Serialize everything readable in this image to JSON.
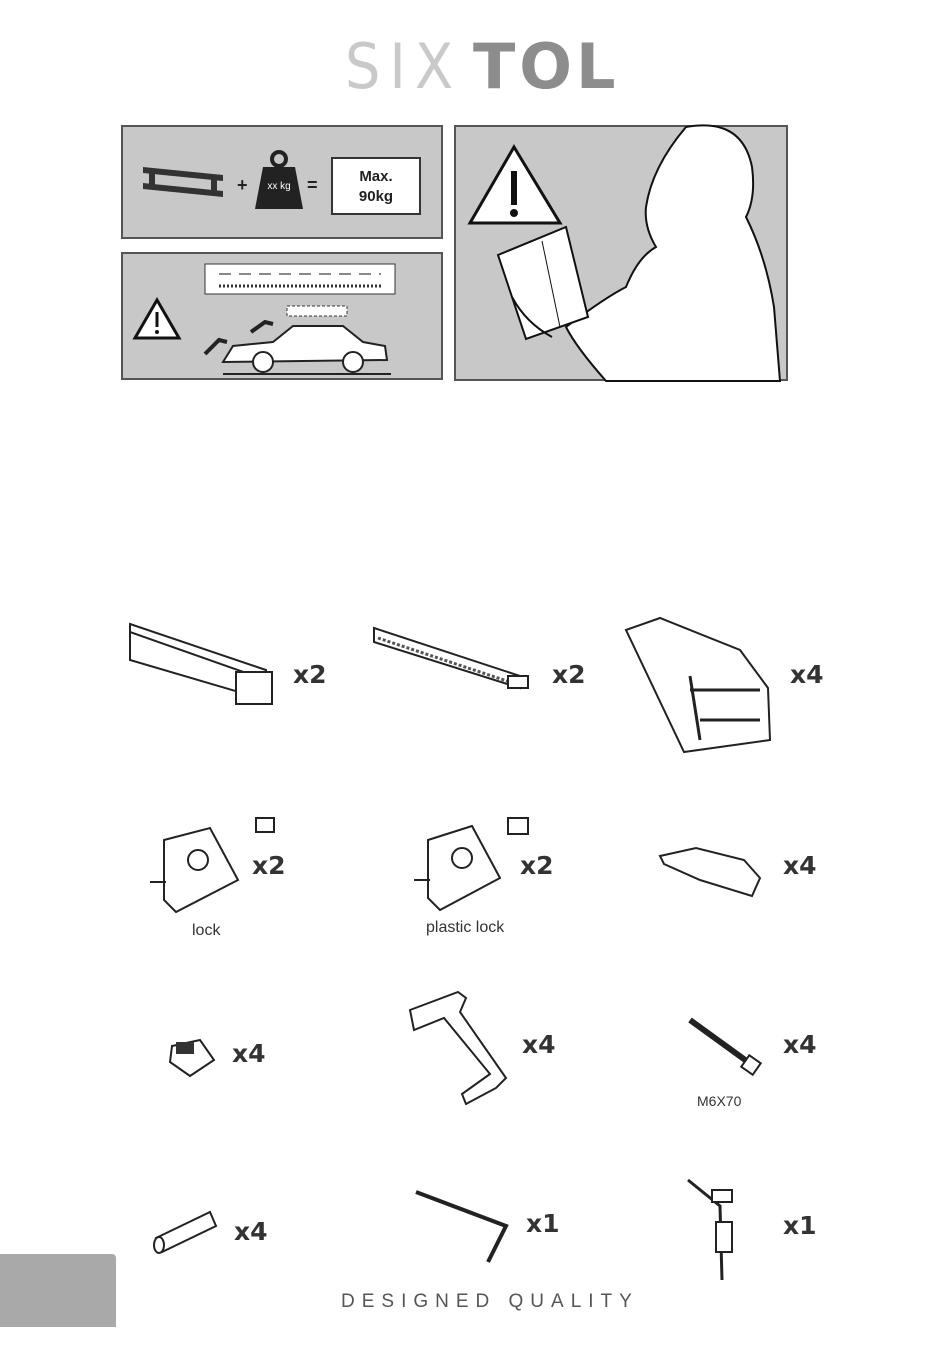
{
  "logo": {
    "part1": "SIX",
    "part2": "TOL"
  },
  "load_panel": {
    "weight_label": "xx kg",
    "plus": "+",
    "equals": "=",
    "max_line1": "Max.",
    "max_line2": "90kg"
  },
  "parts": {
    "bar_long": "x2",
    "bar_rubber": "x2",
    "foot": "x4",
    "end_cap_lock": "x2",
    "end_cap_lock_caption": "lock",
    "end_cap_plastic": "x2",
    "end_cap_plastic_caption": "plastic lock",
    "pad": "x4",
    "clip": "x4",
    "bracket": "x4",
    "bolt": "x4",
    "bolt_caption": "M6X70",
    "pin": "x4",
    "allen_key": "x1",
    "keys": "x1"
  },
  "footer": {
    "tagline": "DESIGNED QUALITY"
  },
  "colors": {
    "panel": "#c8c8c8",
    "footer_tab": "#a9a9a9"
  }
}
